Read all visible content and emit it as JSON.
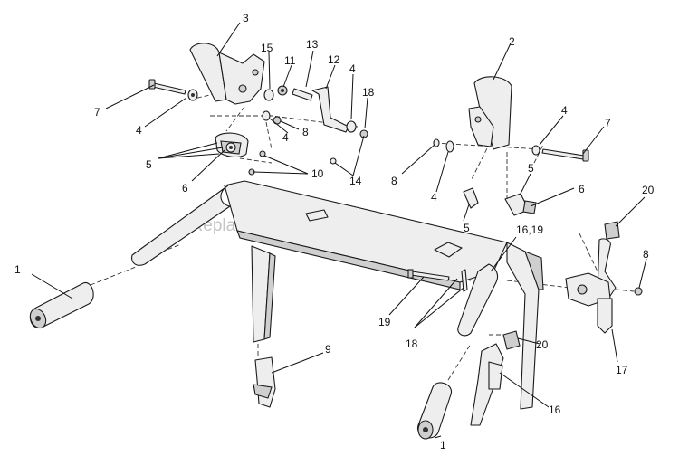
{
  "watermark": "eReplacementParts.com",
  "callouts": [
    {
      "id": "c3",
      "label": "3"
    },
    {
      "id": "c15",
      "label": "15"
    },
    {
      "id": "c11",
      "label": "11"
    },
    {
      "id": "c13",
      "label": "13"
    },
    {
      "id": "c12",
      "label": "12"
    },
    {
      "id": "c4a",
      "label": "4"
    },
    {
      "id": "c18a",
      "label": "18"
    },
    {
      "id": "c7a",
      "label": "7"
    },
    {
      "id": "c4b",
      "label": "4"
    },
    {
      "id": "c4c",
      "label": "4"
    },
    {
      "id": "c8a",
      "label": "8"
    },
    {
      "id": "c5a",
      "label": "5"
    },
    {
      "id": "c6a",
      "label": "6"
    },
    {
      "id": "c10",
      "label": "10"
    },
    {
      "id": "c14",
      "label": "14"
    },
    {
      "id": "c2",
      "label": "2"
    },
    {
      "id": "c4d",
      "label": "4"
    },
    {
      "id": "c7b",
      "label": "7"
    },
    {
      "id": "c8b",
      "label": "8"
    },
    {
      "id": "c4e",
      "label": "4"
    },
    {
      "id": "c5b",
      "label": "5"
    },
    {
      "id": "c6b",
      "label": "6"
    },
    {
      "id": "c5c",
      "label": "5"
    },
    {
      "id": "c20a",
      "label": "20"
    },
    {
      "id": "c1619",
      "label": "16,19"
    },
    {
      "id": "c1a",
      "label": "1"
    },
    {
      "id": "c8c",
      "label": "8"
    },
    {
      "id": "c19",
      "label": "19"
    },
    {
      "id": "c18b",
      "label": "18"
    },
    {
      "id": "c9",
      "label": "9"
    },
    {
      "id": "c20b",
      "label": "20"
    },
    {
      "id": "c17",
      "label": "17"
    },
    {
      "id": "c16",
      "label": "16"
    },
    {
      "id": "c1b",
      "label": "1"
    }
  ]
}
